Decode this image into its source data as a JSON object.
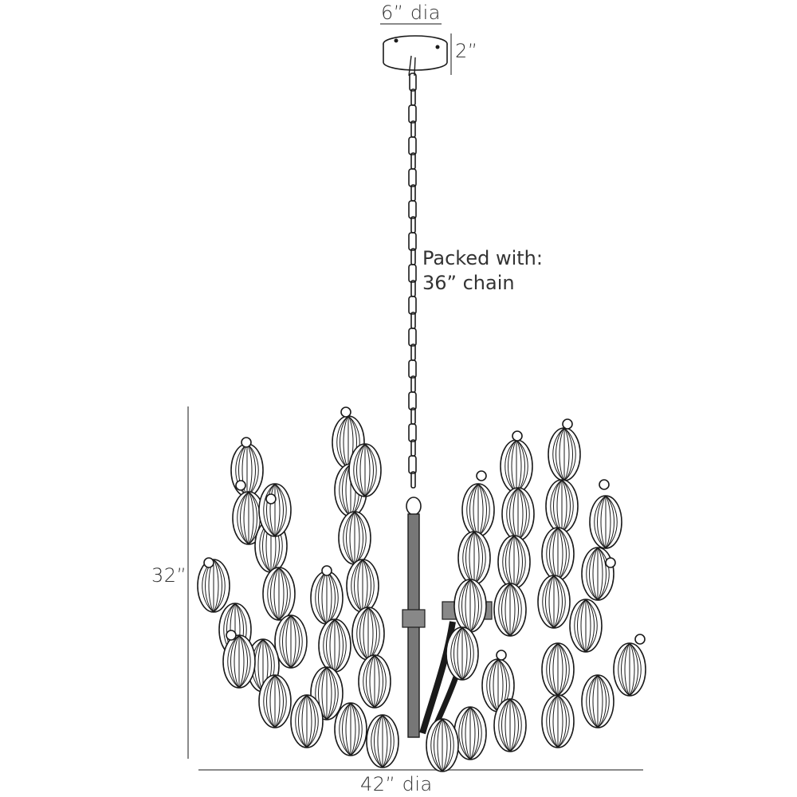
{
  "diagram": {
    "subject": "Pendant chandelier dimension drawing",
    "canopy": {
      "diameter_label": "6” dia",
      "height_label": "2”"
    },
    "chain_note": {
      "line1": "Packed with:",
      "line2": "36” chain"
    },
    "fixture": {
      "height_label": "32”",
      "diameter_label": "42” dia"
    },
    "colors": {
      "line": "#1a1a1a",
      "dimension_line": "#8a8a8a",
      "background": "#ffffff"
    }
  }
}
